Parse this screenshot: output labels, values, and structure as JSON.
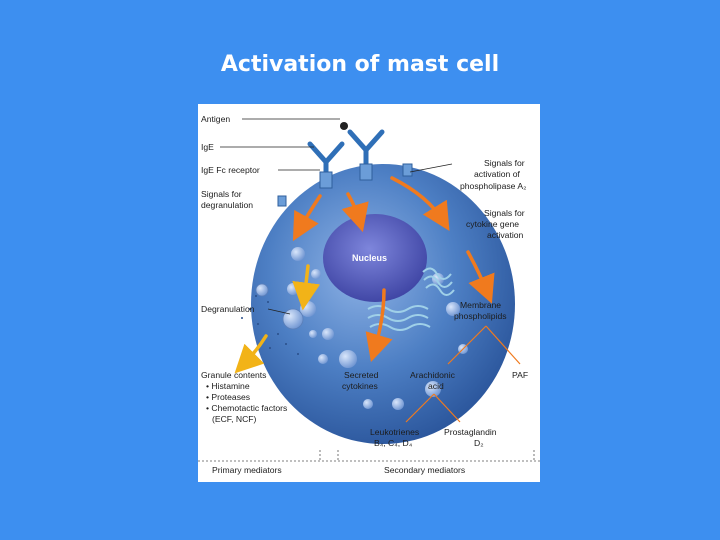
{
  "title": "Activation of mast cell",
  "diagram": {
    "labels": {
      "antigen": "Antigen",
      "ige": "IgE",
      "fc_receptor": "IgE Fc receptor",
      "signals_degran_1": "Signals for",
      "signals_degran_2": "degranulation",
      "degranulation": "Degranulation",
      "nucleus": "Nucleus",
      "pla2_1": "Signals for",
      "pla2_2": "activation of",
      "pla2_3": "phospholipase A₂",
      "cytokine_gene_1": "Signals for",
      "cytokine_gene_2": "cytokine gene",
      "cytokine_gene_3": "activation",
      "membrane_1": "Membrane",
      "membrane_2": "phospholipids",
      "granule_title": "Granule contents",
      "granule_item_1": "• Histamine",
      "granule_item_2": "• Proteases",
      "granule_item_3": "• Chemotactic factors",
      "granule_item_4": "(ECF, NCF)",
      "secreted_1": "Secreted",
      "secreted_2": "cytokines",
      "arachidonic_1": "Arachidonic",
      "arachidonic_2": "acid",
      "paf": "PAF",
      "leukotrienes_1": "Leukotrienes",
      "leukotrienes_2": "B₄, C₄, D₄",
      "prostaglandin_1": "Prostaglandin",
      "prostaglandin_2": "D₂",
      "primary_mediators": "Primary mediators",
      "secondary_mediators": "Secondary mediators"
    },
    "colors": {
      "cell_body": "#3f72b8",
      "cell_highlight": "#8fb3e6",
      "nucleus": "#5a5fc0",
      "arrow_orange": "#f07a1e",
      "arrow_yellow": "#f2b318",
      "receptor": "#2f6fb7",
      "line": "#222222"
    }
  }
}
